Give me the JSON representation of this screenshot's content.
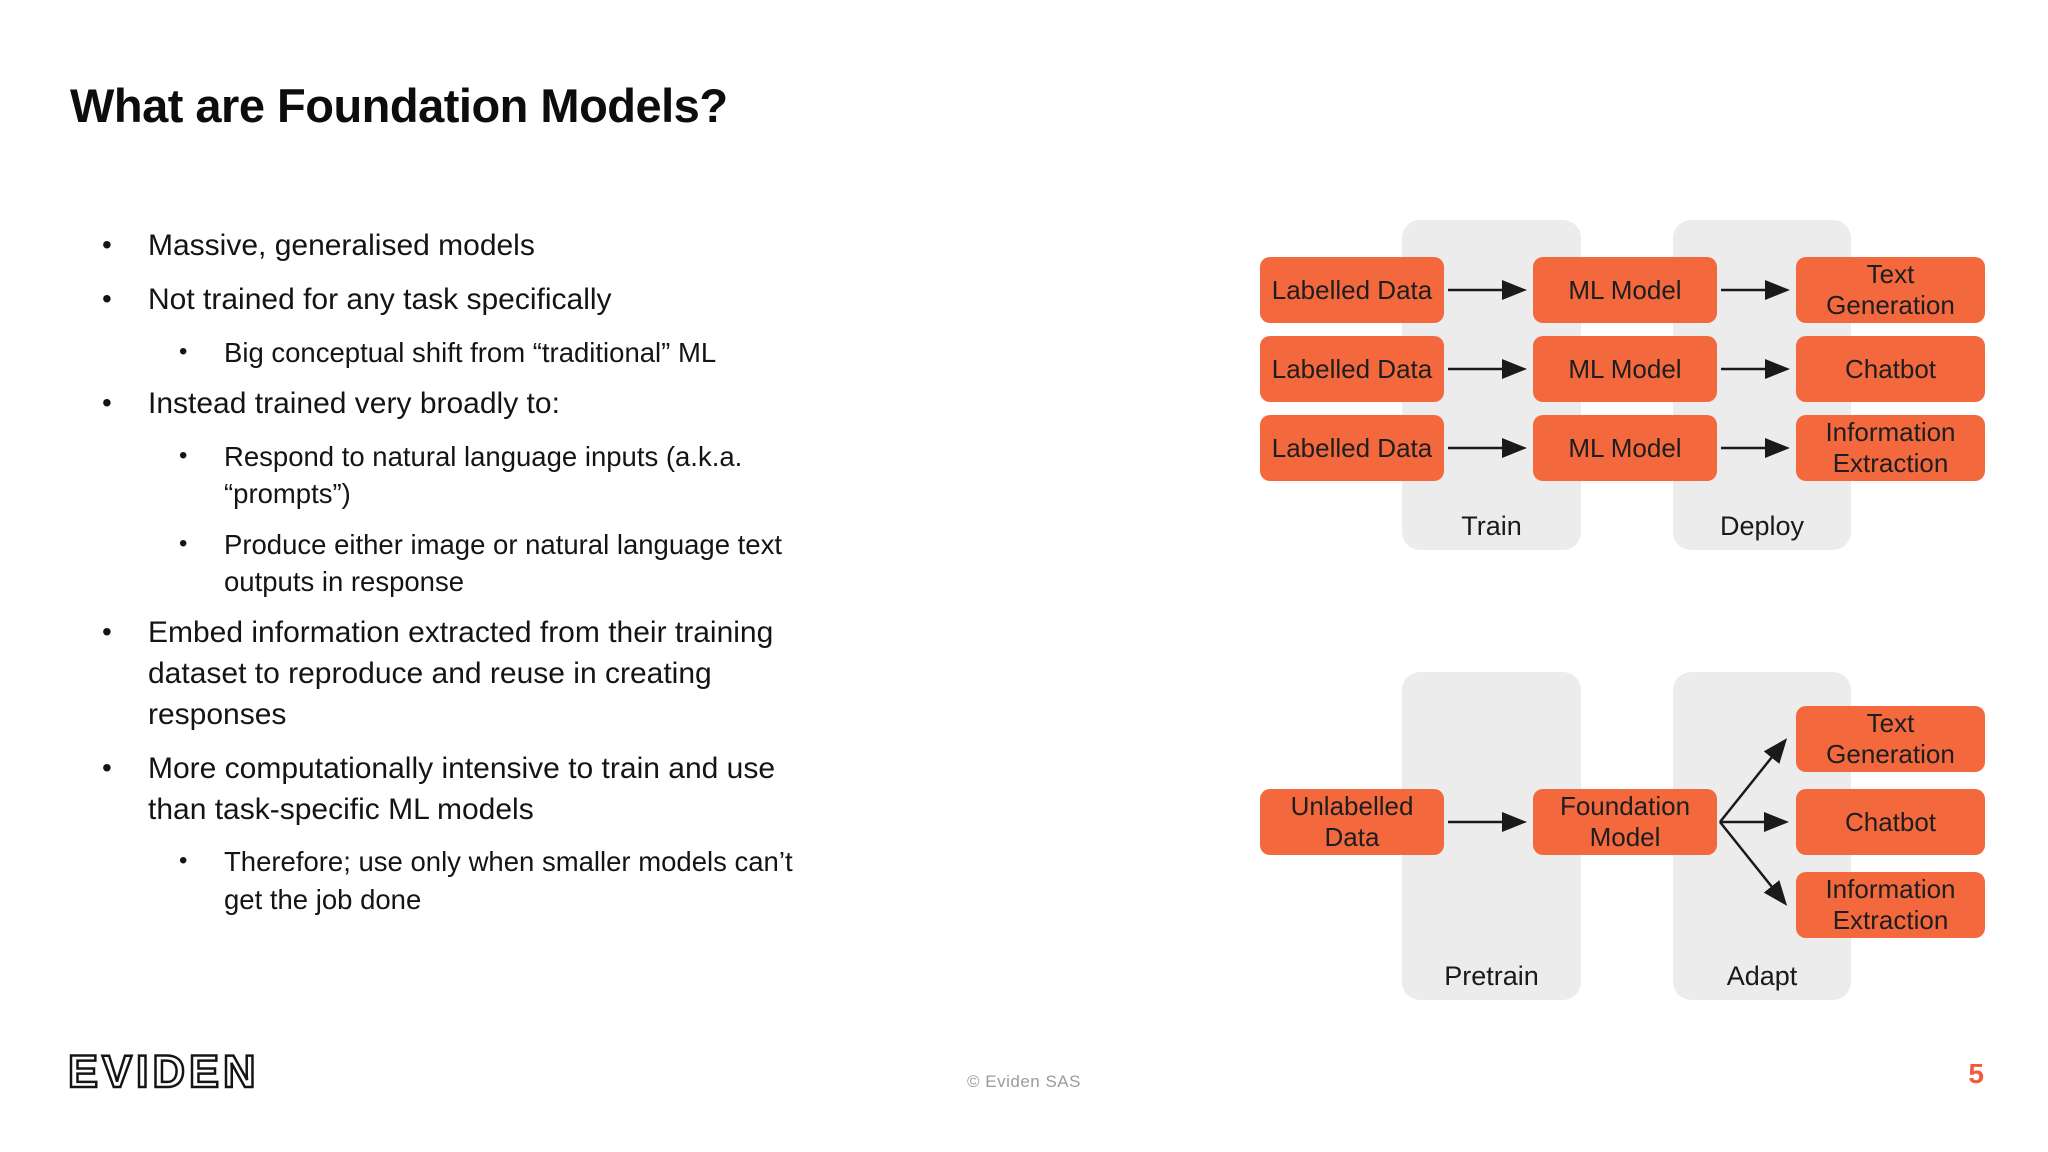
{
  "slide": {
    "title": "What are Foundation Models?",
    "logo_text": "EVIDEN",
    "footer_copyright": "© Eviden SAS",
    "page_number": "5"
  },
  "bullets": [
    {
      "level": 1,
      "text": "Massive, generalised models"
    },
    {
      "level": 1,
      "text": "Not trained for any task specifically"
    },
    {
      "level": 2,
      "text": "Big conceptual shift from “traditional” ML"
    },
    {
      "level": 1,
      "text": "Instead trained very broadly to:"
    },
    {
      "level": 2,
      "text": "Respond to natural language inputs (a.k.a. “prompts”)"
    },
    {
      "level": 2,
      "text": "Produce either image or natural language text outputs in response"
    },
    {
      "level": 1,
      "text": "Embed information extracted from their training dataset to reproduce and reuse in creating responses"
    },
    {
      "level": 1,
      "text": "More computationally intensive to train and use than task-specific ML models"
    },
    {
      "level": 2,
      "text": "Therefore; use only when smaller models can’t get the job done"
    }
  ],
  "diagram_top": {
    "stages": [
      {
        "label": "Train"
      },
      {
        "label": "Deploy"
      }
    ],
    "rows": [
      {
        "input": "Labelled Data",
        "model": "ML Model",
        "output": "Text Generation"
      },
      {
        "input": "Labelled Data",
        "model": "ML Model",
        "output": "Chatbot"
      },
      {
        "input": "Labelled Data",
        "model": "ML Model",
        "output": "Information Extraction"
      }
    ]
  },
  "diagram_bottom": {
    "stages": [
      {
        "label": "Pretrain"
      },
      {
        "label": "Adapt"
      }
    ],
    "input": "Unlabelled Data",
    "model": "Foundation Model",
    "outputs": [
      {
        "label": "Text Generation"
      },
      {
        "label": "Chatbot"
      },
      {
        "label": "Information Extraction"
      }
    ]
  },
  "colors": {
    "accent": "#F4683D",
    "panel": "#ECECEC",
    "text": "#141414",
    "box_text": "#1E1E1E",
    "footer_gray": "#9B9B9B",
    "page_number": "#F15B3C"
  }
}
